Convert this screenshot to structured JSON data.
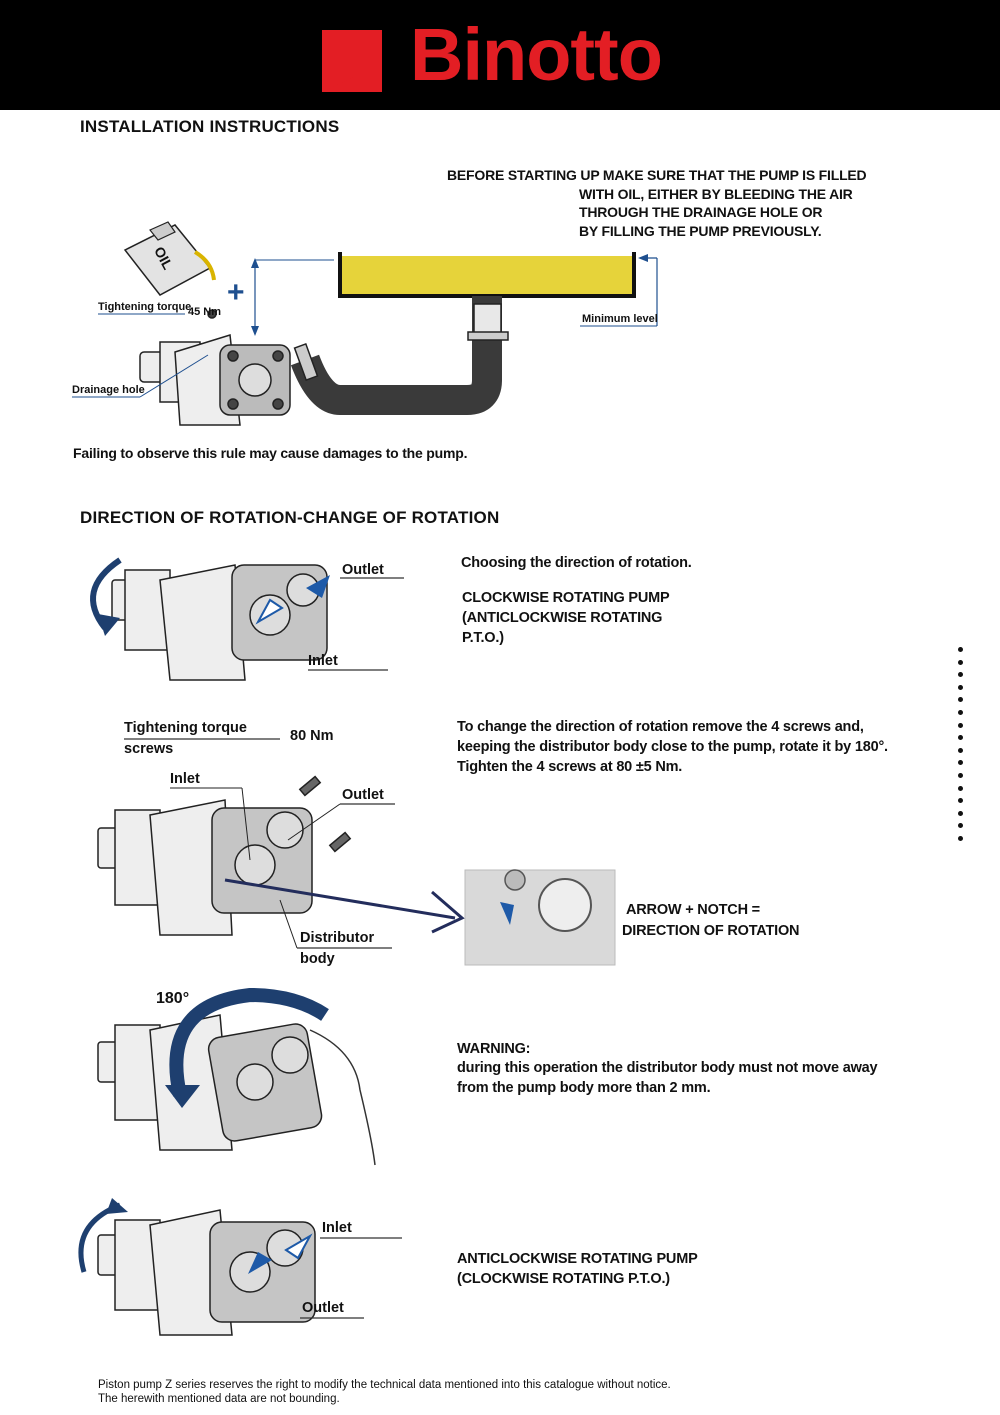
{
  "header": {
    "brand": "Binotto",
    "colors": {
      "background": "#000000",
      "brand_red": "#e31e24",
      "oil_yellow": "#e6d33a",
      "arrow_blue": "#1e4f8f"
    }
  },
  "installation": {
    "title": "INSTALLATION INSTRUCTIONS",
    "note_lines": [
      "BEFORE STARTING UP MAKE SURE THAT THE PUMP IS FILLED",
      "WITH OIL, EITHER BY BLEEDING THE AIR",
      "THROUGH  THE  DRAINAGE  HOLE  OR",
      "BY FILLING THE PUMP PREVIOUSLY."
    ],
    "oil_can_label": "OIL",
    "tightening_torque_label": "Tightening torque",
    "torque_value": "45 Nm",
    "drainage_hole_label": "Drainage hole",
    "minimum_level_label": "Minimum level",
    "plus_sign": "+",
    "warning": "Failing to observe this rule may cause damages to the pump."
  },
  "rotation": {
    "title": "DIRECTION OF ROTATION-CHANGE OF ROTATION",
    "step1": {
      "outlet_label": "Outlet",
      "inlet_label": "Inlet",
      "heading": "Choosing the direction of rotation.",
      "lines": [
        "CLOCKWISE   ROTATING   PUMP",
        "(ANTICLOCKWISE     ROTATING",
        "P.T.O.)"
      ]
    },
    "step2": {
      "torque_label": "Tightening torque",
      "screws_label": "screws",
      "torque_value": "80 Nm",
      "inlet_label": "Inlet",
      "outlet_label": "Outlet",
      "distributor_label_1": "Distributor",
      "distributor_label_2": "body",
      "instruction_lines": [
        "To change the direction of rotation remove the 4 screws and,",
        "keeping the distributor body close to the pump, rotate it by 180°.",
        "Tighten the 4 screws at 80 ±5 Nm."
      ],
      "detail_lines": [
        "ARROW + NOTCH =",
        "DIRECTION OF ROTATION"
      ]
    },
    "step3": {
      "angle_label": "180°",
      "warning_title": "WARNING:",
      "warning_lines": [
        "during this operation the distributor body must not move away",
        "from the pump body more than 2 mm."
      ]
    },
    "step4": {
      "inlet_label": "Inlet",
      "outlet_label": "Outlet",
      "lines": [
        "ANTICLOCKWISE ROTATING PUMP",
        "(CLOCKWISE ROTATING P.T.O.)"
      ]
    }
  },
  "footer": {
    "lines": [
      "Piston pump Z series reserves the right to modify the technical data mentioned into this catalogue without notice.",
      "The herewith mentioned data are not bounding."
    ]
  }
}
